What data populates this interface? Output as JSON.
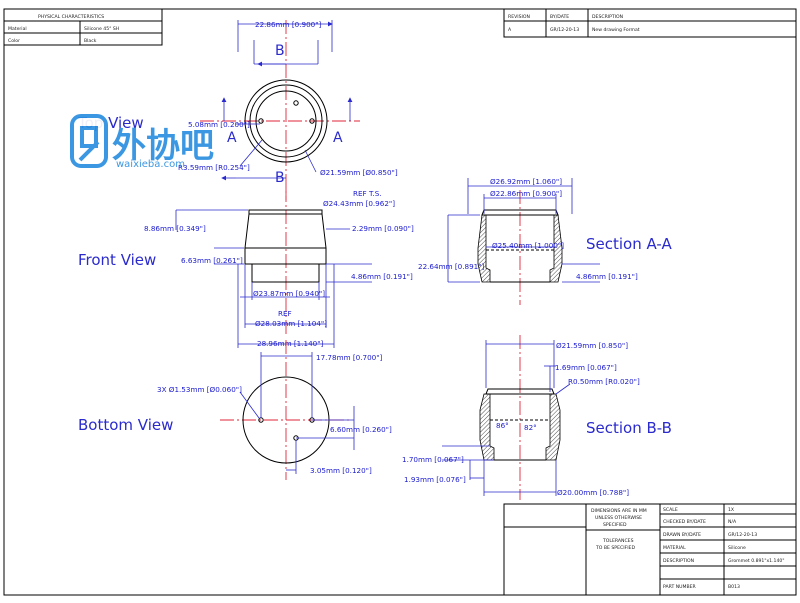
{
  "props_table": {
    "title": "PHYSICAL CHARACTERISTICS",
    "rows": [
      {
        "key": "Material",
        "value": "Silicone 45° SH"
      },
      {
        "key": "Color",
        "value": "Black"
      }
    ]
  },
  "revision_table": {
    "headers": [
      "REVISION",
      "BY/DATE",
      "DESCRIPTION"
    ],
    "row": [
      "A",
      "GR/12-20-13",
      "New drawing Format"
    ]
  },
  "watermark": {
    "brand": "外协吧",
    "url": "waixieba.com"
  },
  "views": {
    "top": "Top View",
    "front": "Front View",
    "bottom": "Bottom View",
    "section_aa": "Section A-A",
    "section_bb": "Section B-B"
  },
  "section_marks": {
    "a": "A",
    "b": "B"
  },
  "dims": {
    "top_width": "22.86mm [0.900\"]",
    "top_hole": "5.08mm [0.200\"]",
    "top_radius": "R3.59mm [R0.254\"]",
    "top_dia": "Ø21.59mm [Ø0.850\"]",
    "front_ref": "REF T.S.",
    "front_ts": "Ø24.43mm [0.962\"]",
    "front_h": "8.86mm [0.349\"]",
    "front_top": "2.29mm [0.090\"]",
    "front_mid": "6.63mm [0.261\"]",
    "front_low": "4.86mm [0.191\"]",
    "front_d1": "Ø23.87mm [0.940\"]",
    "front_ref2": "REF",
    "front_d2": "Ø28.03mm [1.104\"]",
    "front_d3": "28.96mm [1.140\"]",
    "aa_d1": "Ø26.92mm [1.060\"]",
    "aa_d2": "Ø22.86mm [0.900\"]",
    "aa_d3": "Ø25.40mm [1.000\"]",
    "aa_h": "22.64mm [0.891\"]",
    "aa_low": "4.86mm [0.191\"]",
    "bot_w": "17.78mm [0.700\"]",
    "bot_holes": "3X Ø1.53mm [Ø0.060\"]",
    "bot_v": "6.60mm [0.260\"]",
    "bot_h": "3.05mm [0.120\"]",
    "bb_d1": "Ø21.59mm [0.850\"]",
    "bb_t": "1.69mm [0.067\"]",
    "bb_r": "R0.50mm [R0.020\"]",
    "bb_a1": "86°",
    "bb_a2": "82°",
    "bb_h1": "1.70mm [0.067\"]",
    "bb_h2": "1.93mm [0.076\"]",
    "bb_d2": "Ø20.00mm [0.788\"]"
  },
  "title_block": {
    "note1": "DIMENSIONS ARE IN MM",
    "note2": "UNLESS OTHERWISE",
    "note3": "SPECIFIED",
    "tol1": "TOLERANCES",
    "tol2": "TO BE SPECIFIED",
    "rows": [
      {
        "key": "SCALE",
        "value": "1X"
      },
      {
        "key": "CHECKED BY/DATE",
        "value": "N/A"
      },
      {
        "key": "DRAWN BY/DATE",
        "value": "GR/12-20-13"
      },
      {
        "key": "MATERIAL",
        "value": "Silicone"
      },
      {
        "key": "DESCRIPTION",
        "value": "Grommet 0.891\"x1.140\""
      },
      {
        "key": "PART NUMBER",
        "value": "B013"
      }
    ]
  }
}
